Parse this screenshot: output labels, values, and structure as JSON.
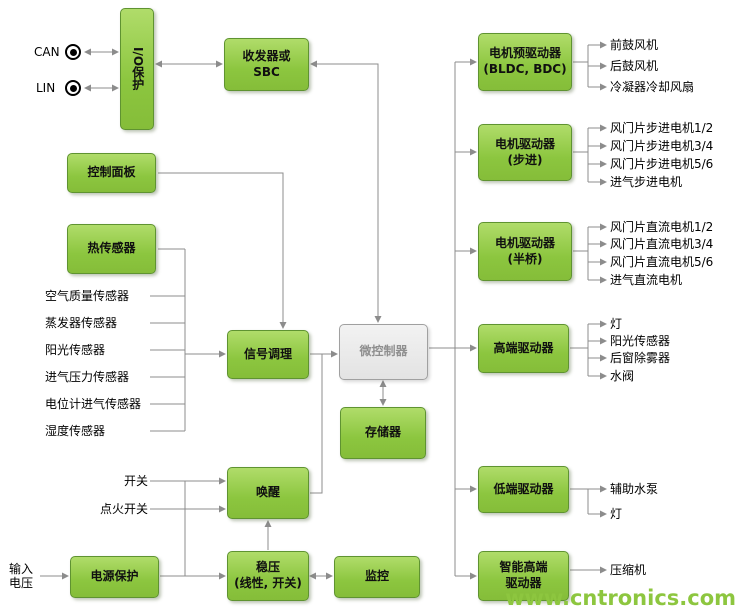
{
  "watermark": "www.cntronics.com",
  "colors": {
    "block_fill": "#8cc63f",
    "block_border": "#5f9331",
    "micro_fill": "#e8e8e8",
    "micro_border": "#a0a0a0",
    "wire": "#8c8c8c",
    "watermark": "#8dc63f"
  },
  "io_left": {
    "can_label": "CAN",
    "lin_label": "LIN",
    "input_voltage_label": "输入\n电压"
  },
  "blocks": {
    "io_protection": "I/O保护",
    "transceiver_sbc": "收发器或\nSBC",
    "control_panel": "控制面板",
    "thermal_sensor": "热传感器",
    "signal_conditioning": "信号调理",
    "microcontroller": "微控制器",
    "memory": "存储器",
    "wakeup": "唤醒",
    "power_protection": "电源保护",
    "regulator": "稳压\n(线性, 开关)",
    "monitor": "监控",
    "motor_predriver": "电机预驱动器\n(BLDC, BDC)",
    "motor_driver_stepper": "电机驱动器\n(步进)",
    "motor_driver_halfbridge": "电机驱动器\n(半桥)",
    "high_side_driver": "高端驱动器",
    "low_side_driver": "低端驱动器",
    "smart_high_side_driver": "智能高端\n驱动器"
  },
  "sensor_inputs": [
    "空气质量传感器",
    "蒸发器传感器",
    "阳光传感器",
    "进气压力传感器",
    "电位计进气传感器",
    "湿度传感器"
  ],
  "switch_inputs": {
    "switch": "开关",
    "ignition_switch": "点火开关"
  },
  "outputs": {
    "predriver": [
      "前鼓风机",
      "后鼓风机",
      "冷凝器冷却风扇"
    ],
    "stepper": [
      "风门片步进电机1/2",
      "风门片步进电机3/4",
      "风门片步进电机5/6",
      "进气步进电机"
    ],
    "halfbridge": [
      "风门片直流电机1/2",
      "风门片直流电机3/4",
      "风门片直流电机5/6",
      "进气直流电机"
    ],
    "high_side": [
      "灯",
      "阳光传感器",
      "后窗除雾器",
      "水阀"
    ],
    "low_side": [
      "辅助水泵",
      "灯"
    ],
    "smart_high_side": [
      "压缩机"
    ]
  }
}
